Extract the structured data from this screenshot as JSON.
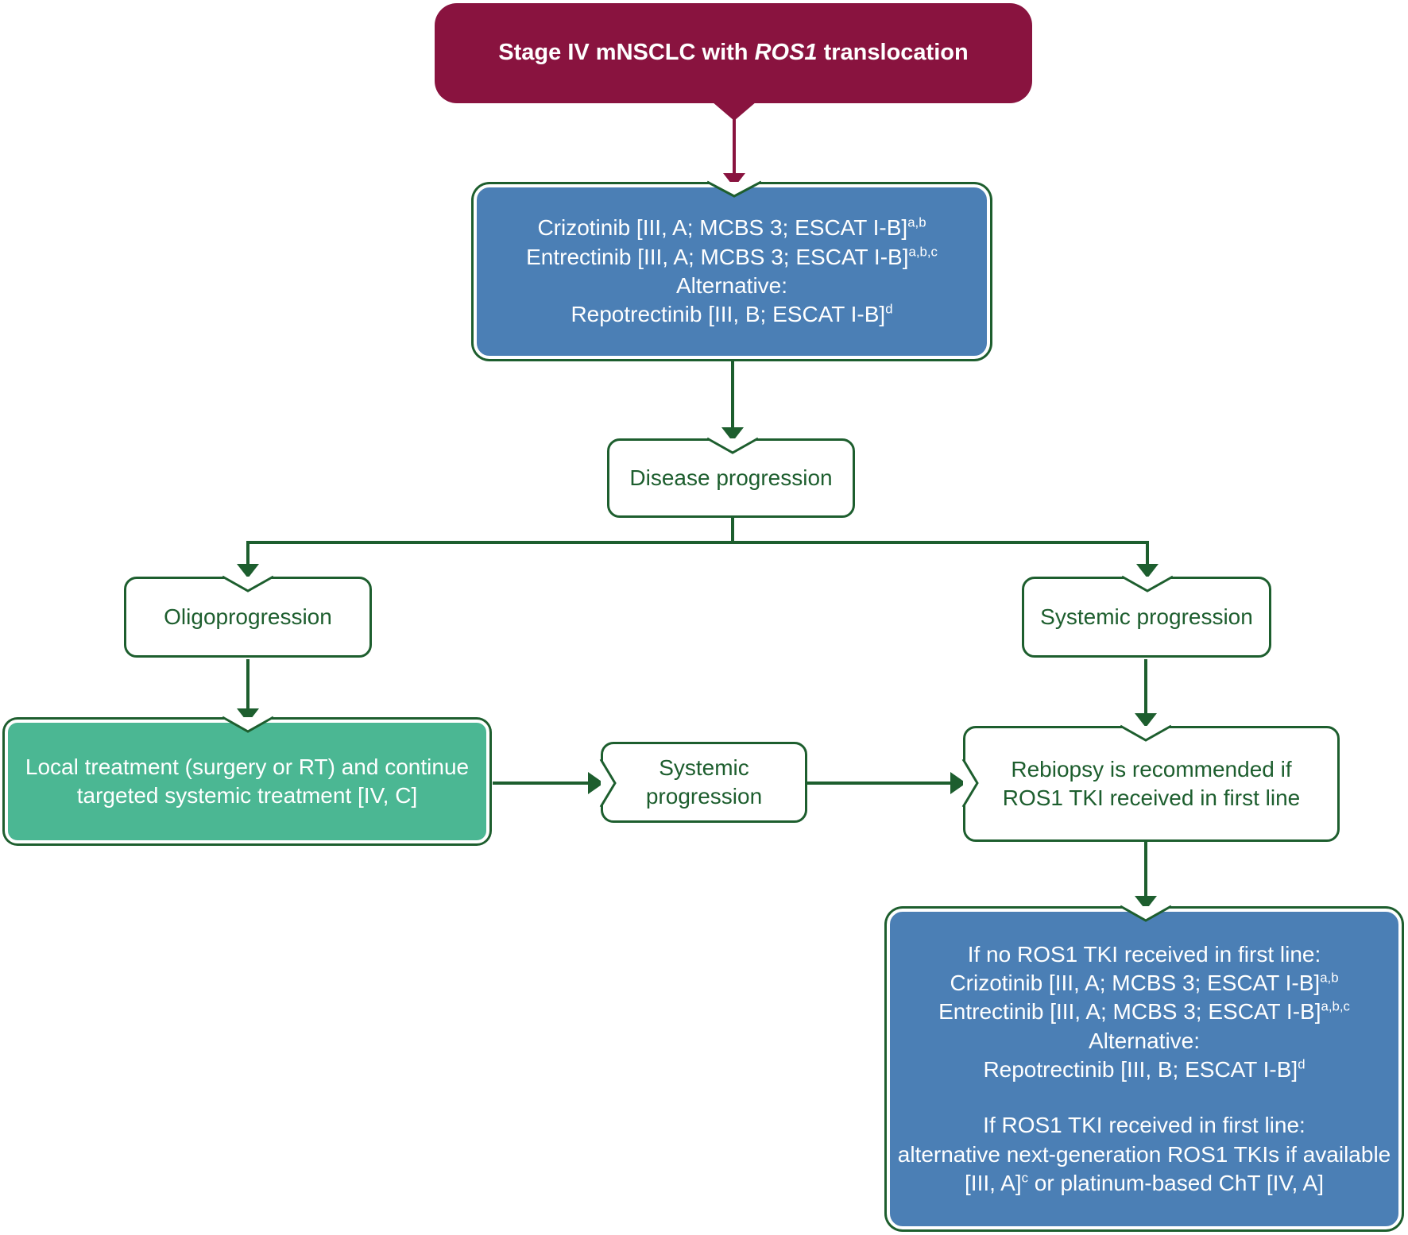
{
  "colors": {
    "maroon": "#89133f",
    "blue": "#4b7fb5",
    "green_fill": "#4bb793",
    "dark_green": "#1d5e2e",
    "white": "#ffffff"
  },
  "nodes": {
    "start": {
      "pre": "Stage IV mNSCLC with ",
      "italic": "ROS1",
      "post": " translocation"
    },
    "first_line": {
      "l1": "Crizotinib [III, A; MCBS 3; ESCAT I-B]",
      "l1_sup": "a,b",
      "l2": "Entrectinib [III, A; MCBS 3; ESCAT I-B]",
      "l2_sup": "a,b,c",
      "l3": "Alternative:",
      "l4": "Repotrectinib [III, B; ESCAT I-B]",
      "l4_sup": "d"
    },
    "disease_progression": "Disease progression",
    "oligoprogression": "Oligoprogression",
    "systemic_progression_right": "Systemic progression",
    "local_treatment": {
      "l1": "Local treatment (surgery or RT) and continue",
      "l2": "targeted systemic treatment [IV, C]"
    },
    "systemic_progression_mid": {
      "l1": "Systemic",
      "l2": "progression"
    },
    "rebiopsy": {
      "l1": "Rebiopsy is recommended if",
      "l2": "ROS1 TKI received in first line"
    },
    "second_line": {
      "l1": "If no ROS1 TKI received in first line:",
      "l2": "Crizotinib [III, A; MCBS 3; ESCAT I-B]",
      "l2_sup": "a,b",
      "l3": "Entrectinib [III, A; MCBS 3; ESCAT I-B]",
      "l3_sup": "a,b,c",
      "l4": "Alternative:",
      "l5": "Repotrectinib [III, B; ESCAT I-B]",
      "l5_sup": "d",
      "l6": "If ROS1 TKI received in first line:",
      "l7": "alternative next-generation ROS1 TKIs if available",
      "l8a": "[III, A]",
      "l8_sup": "c",
      "l8b": " or platinum-based ChT [IV, A]"
    }
  }
}
